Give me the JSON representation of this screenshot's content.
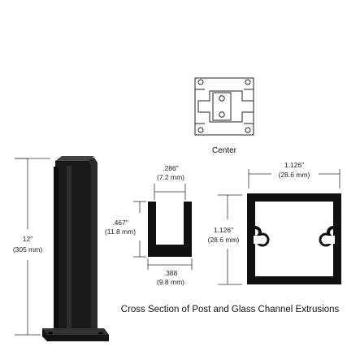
{
  "caption": "Cross Section of Post and Glass Channel Extrusions",
  "center_label": "Center",
  "post_height": {
    "inch": "12\"",
    "mm": "(305 mm)"
  },
  "channel": {
    "opening_width": {
      "inch": ".286\"",
      "mm": "(7.2 mm)"
    },
    "depth": {
      "inch": ".467\"",
      "mm": "(11.8 mm)"
    },
    "outer_width": {
      "inch": ".388",
      "mm": "(9.8 mm)"
    }
  },
  "post_section": {
    "width": {
      "inch": "1.126\"",
      "mm": "(28.6 mm)"
    },
    "height": {
      "inch": "1.126\"",
      "mm": "(28.6 mm)"
    }
  },
  "colors": {
    "post": "#1a1a1a",
    "line": "#333333"
  }
}
